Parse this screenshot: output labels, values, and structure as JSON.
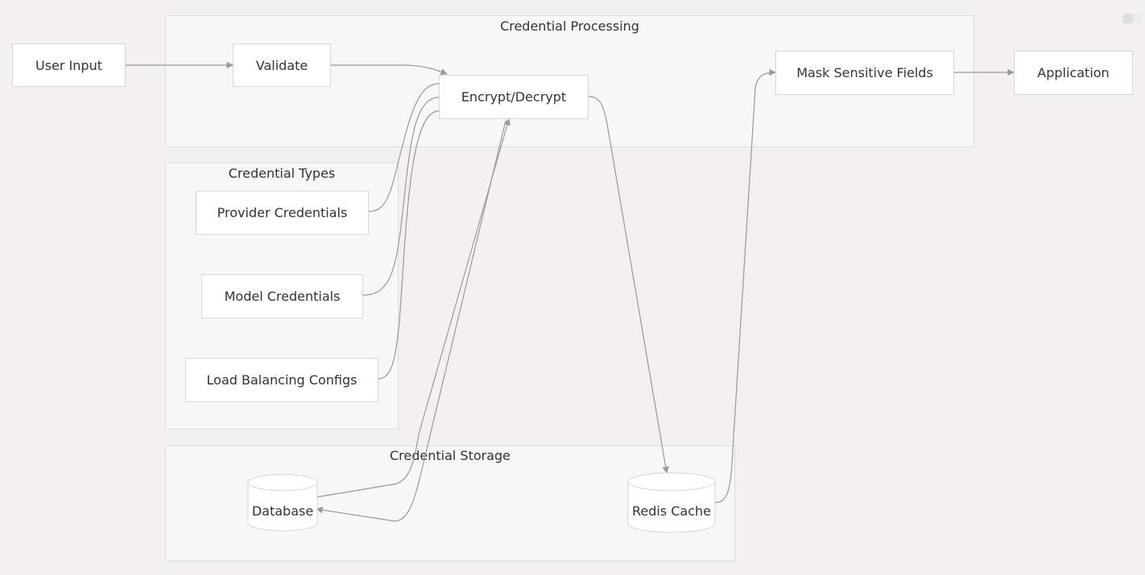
{
  "clusters": {
    "processing": {
      "title": "Credential Processing"
    },
    "types": {
      "title": "Credential Types"
    },
    "storage": {
      "title": "Credential Storage"
    }
  },
  "nodes": {
    "user_input": "User Input",
    "validate": "Validate",
    "encrypt": "Encrypt/Decrypt",
    "mask": "Mask Sensitive Fields",
    "application": "Application",
    "provider_credentials": "Provider Credentials",
    "model_credentials": "Model Credentials",
    "load_balancing": "Load Balancing Configs",
    "database": "Database",
    "redis": "Redis Cache"
  },
  "colors": {
    "background": "#f2f1ef",
    "cluster_fill": "#f7f7f7",
    "node_fill": "#ffffff",
    "edge": "#999999"
  }
}
